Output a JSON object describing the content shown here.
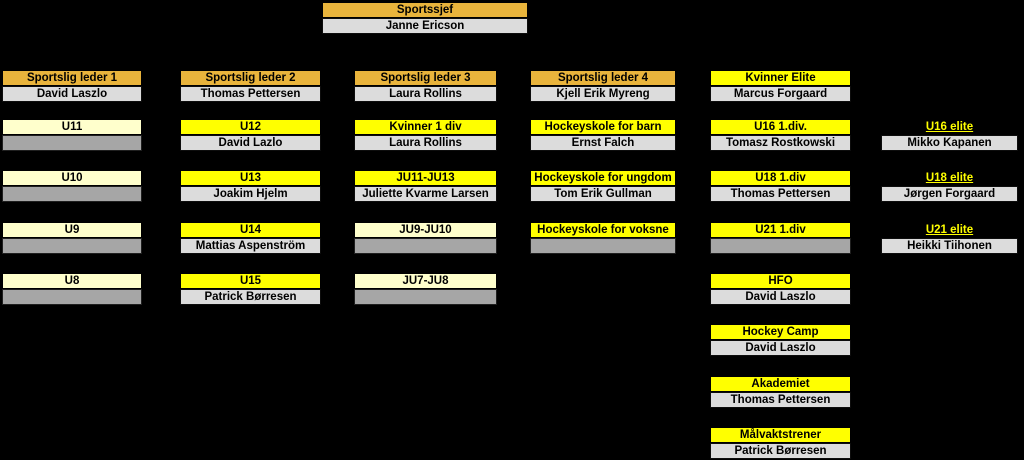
{
  "colors": {
    "background": "#000000",
    "header_orange": "#E9B43C",
    "header_yellow": "#FFFF00",
    "header_cream": "#FFFFCC",
    "name_box": "#DCDCDC",
    "empty_box": "#A6A6A6",
    "elite_text": "#FFFF00",
    "text": "#000000"
  },
  "root": {
    "title": "Sportssjef",
    "name": "Janne Ericson",
    "style": "orange"
  },
  "columns": [
    {
      "id": "sportslig-leder-1",
      "leader": {
        "title": "Sportslig leder 1",
        "name": "David Laszlo",
        "style": "orange"
      },
      "groups": [
        {
          "title": "U11",
          "name": "",
          "style": "cream"
        },
        {
          "title": "U10",
          "name": "",
          "style": "cream"
        },
        {
          "title": "U9",
          "name": "",
          "style": "cream"
        },
        {
          "title": "U8",
          "name": "",
          "style": "cream"
        }
      ]
    },
    {
      "id": "sportslig-leder-2",
      "leader": {
        "title": "Sportslig leder 2",
        "name": "Thomas Pettersen",
        "style": "orange"
      },
      "groups": [
        {
          "title": "U12",
          "name": "David Lazlo",
          "style": "yellow"
        },
        {
          "title": "U13",
          "name": "Joakim Hjelm",
          "style": "yellow"
        },
        {
          "title": "U14",
          "name": "Mattias Aspenström",
          "style": "yellow"
        },
        {
          "title": "U15",
          "name": "Patrick Børresen",
          "style": "yellow"
        }
      ]
    },
    {
      "id": "sportslig-leder-3",
      "leader": {
        "title": "Sportslig leder 3",
        "name": "Laura Rollins",
        "style": "orange"
      },
      "groups": [
        {
          "title": "Kvinner 1 div",
          "name": "Laura Rollins",
          "style": "yellow"
        },
        {
          "title": "JU11-JU13",
          "name": "Juliette Kvarme Larsen",
          "style": "yellow"
        },
        {
          "title": "JU9-JU10",
          "name": "",
          "style": "cream"
        },
        {
          "title": "JU7-JU8",
          "name": "",
          "style": "cream"
        }
      ]
    },
    {
      "id": "sportslig-leder-4",
      "leader": {
        "title": "Sportslig leder 4",
        "name": "Kjell Erik Myreng",
        "style": "orange"
      },
      "groups": [
        {
          "title": "Hockeyskole for barn",
          "name": "Ernst Falch",
          "style": "yellow"
        },
        {
          "title": "Hockeyskole for ungdom",
          "name": "Tom Erik Gullman",
          "style": "yellow"
        },
        {
          "title": "Hockeyskole for voksne",
          "name": "",
          "style": "yellow"
        }
      ]
    },
    {
      "id": "kvinner-elite",
      "leader": {
        "title": "Kvinner Elite",
        "name": "Marcus Forgaard",
        "style": "yellow"
      },
      "groups": [
        {
          "title": "U16 1.div.",
          "name": "Tomasz Rostkowski",
          "style": "yellow"
        },
        {
          "title": "U18 1.div",
          "name": "Thomas Pettersen",
          "style": "yellow"
        },
        {
          "title": "U21 1.div",
          "name": "",
          "style": "yellow"
        },
        {
          "title": "HFO",
          "name": "David Laszlo",
          "style": "yellow"
        },
        {
          "title": "Hockey Camp",
          "name": "David Laszlo",
          "style": "yellow"
        },
        {
          "title": "Akademiet",
          "name": "Thomas Pettersen",
          "style": "yellow"
        },
        {
          "title": "Målvaktstrener",
          "name": "Patrick Børresen",
          "style": "yellow"
        }
      ]
    },
    {
      "id": "elite-teams",
      "leader": null,
      "groups": [
        {
          "title": "U16 elite",
          "name": "Mikko Kapanen",
          "style": "elite"
        },
        {
          "title": "U18 elite",
          "name": "Jørgen Forgaard",
          "style": "elite"
        },
        {
          "title": "U21 elite",
          "name": "Heikki Tiihonen",
          "style": "elite"
        }
      ]
    }
  ]
}
